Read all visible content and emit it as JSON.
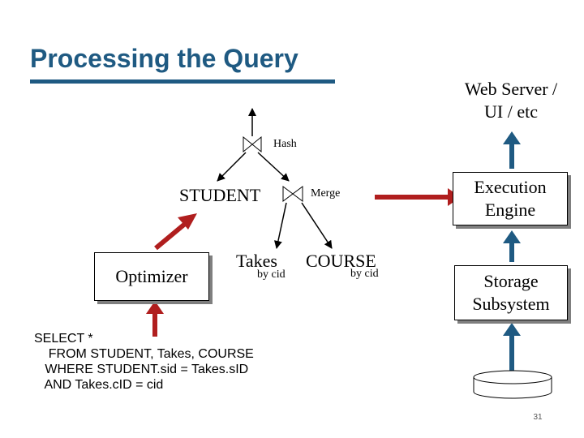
{
  "title": "Processing the Query",
  "components": {
    "web_server": "Web Server / UI / etc",
    "web_server_lines": [
      "Web Server /",
      "UI / etc"
    ],
    "execution_engine_lines": [
      "Execution",
      "Engine"
    ],
    "storage_subsystem_lines": [
      "Storage",
      "Subsystem"
    ],
    "optimizer": "Optimizer"
  },
  "plan": {
    "hash_join": "Hash",
    "merge_join": "Merge",
    "student": "STUDENT",
    "takes": "Takes",
    "takes_sort": "by cid",
    "course": "COURSE",
    "course_sort": "by cid"
  },
  "query_lines": [
    "SELECT *",
    "    FROM STUDENT, Takes, COURSE",
    "   WHERE STUDENT.sid = Takes.sID",
    "   AND Takes.cID = cid"
  ],
  "page_number": "31",
  "colors": {
    "title": "#1f5a82",
    "flow_arrow_blue": "#1f5a82",
    "optimizer_arrow_red": "#b01e1e"
  }
}
